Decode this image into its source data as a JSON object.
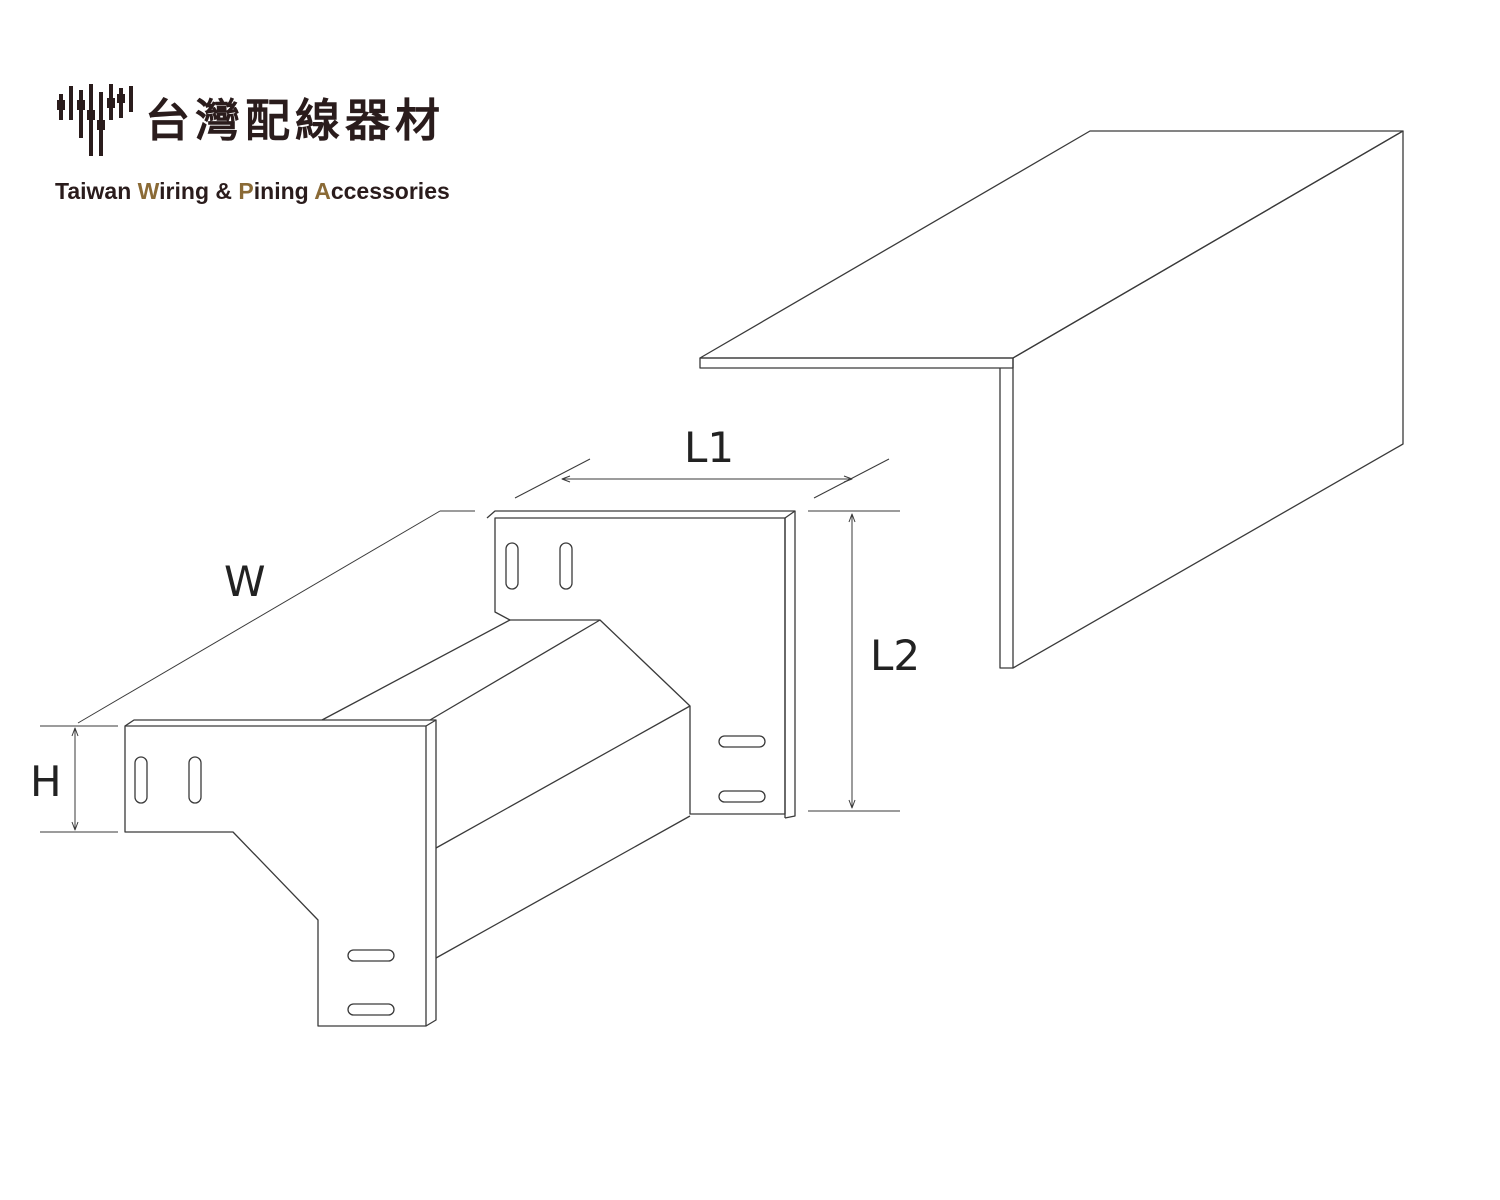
{
  "brand": {
    "name_zh": "台灣配線器材",
    "name_en_parts": [
      {
        "text": "Taiwan ",
        "accent": false
      },
      {
        "text": "W",
        "accent": true
      },
      {
        "text": "iring & ",
        "accent": false
      },
      {
        "text": "P",
        "accent": true
      },
      {
        "text": "ining ",
        "accent": false
      },
      {
        "text": "A",
        "accent": true
      },
      {
        "text": "ccessories",
        "accent": false
      }
    ],
    "logo_icon": "wiring-bars-logo-icon",
    "colors": {
      "text": "#2a1c1c",
      "accent": "#8a6a36"
    }
  },
  "dimensions": {
    "w": "W",
    "h": "H",
    "l1": "L1",
    "l2": "L2"
  },
  "colors": {
    "line": "#3a3a3a"
  }
}
